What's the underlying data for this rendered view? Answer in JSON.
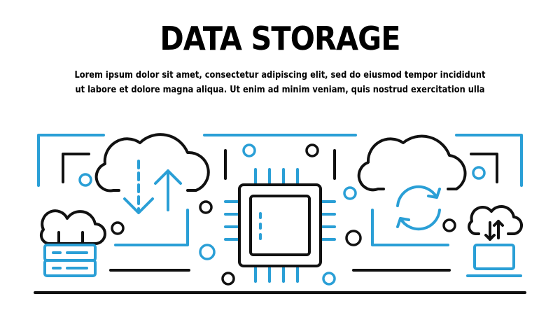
{
  "banner": {
    "title": "DATA STORAGE",
    "subtitle_line1": "Lorem ipsum dolor sit amet, consectetur adipiscing elit, sed do eiusmod tempor incididunt",
    "subtitle_line2": "ut labore et dolore magna aliqua. Ut enim ad minim veniam, quis nostrud exercitation ulla"
  },
  "colors": {
    "outline": "#111111",
    "accent": "#2a9fd6",
    "background": "#ffffff"
  },
  "icons": [
    "server-cloud-icon",
    "cloud-transfer-icon",
    "cpu-chip-icon",
    "cloud-sync-icon",
    "cloud-laptop-icon"
  ]
}
